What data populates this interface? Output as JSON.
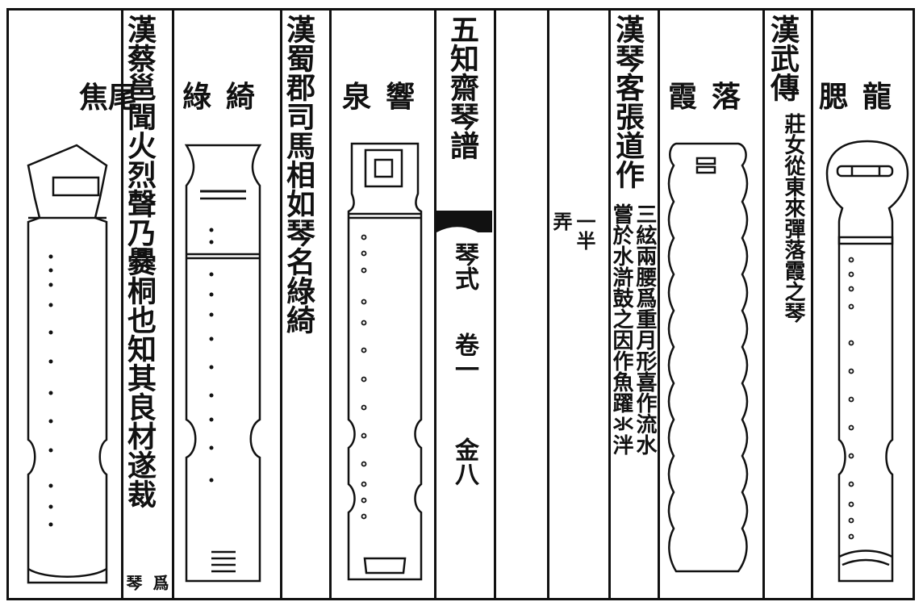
{
  "panels": {
    "jiaowei": {
      "name": "焦尾",
      "text": "漢蔡邕聞火烈聲乃爨桐也知其良材遂裁",
      "note_a": "爲",
      "note_b": "琴"
    },
    "luqi": {
      "name": "綠綺",
      "text": "漢蜀郡司馬相如琴名綠綺"
    },
    "xiangquan": {
      "name": "響泉"
    },
    "center": {
      "book_title": "五知齋琴譜",
      "section": "琴式",
      "volume": "卷一",
      "page": "金八"
    },
    "luoxia": {
      "name": "落霞",
      "text_a": "漢琴客張道作",
      "text_b": "三絃兩腰爲重月形喜作流水",
      "text_c": "嘗於水滸鼓之因作魚躍氺泮",
      "margin_a": "弄",
      "margin_b": "一半"
    },
    "longyi": {
      "name": "龍腮",
      "text_a": "漢武傳",
      "text_b": "莊女從東來彈落霞之琴"
    }
  }
}
